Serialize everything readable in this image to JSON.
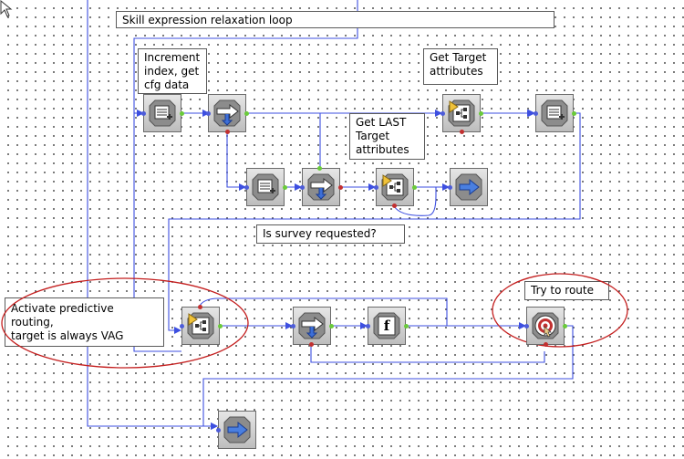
{
  "notes": {
    "skill_loop": "Skill expression relaxation loop",
    "increment": "Increment\nindex, get\ncfg data",
    "get_target": "Get Target\nattributes",
    "get_last_target": "Get LAST\nTarget\nattributes",
    "survey": "Is survey requested?",
    "predictive": "Activate predictive routing,\ntarget is always VAG",
    "try_route": "Try to route"
  },
  "blocks": {
    "function_label": "f"
  },
  "colors": {
    "wire": "#3d4fe0",
    "highlight": "#c41f1f",
    "in_port": "#4d5cd9",
    "out_port": "#6acb3a",
    "err_port": "#c23030"
  }
}
